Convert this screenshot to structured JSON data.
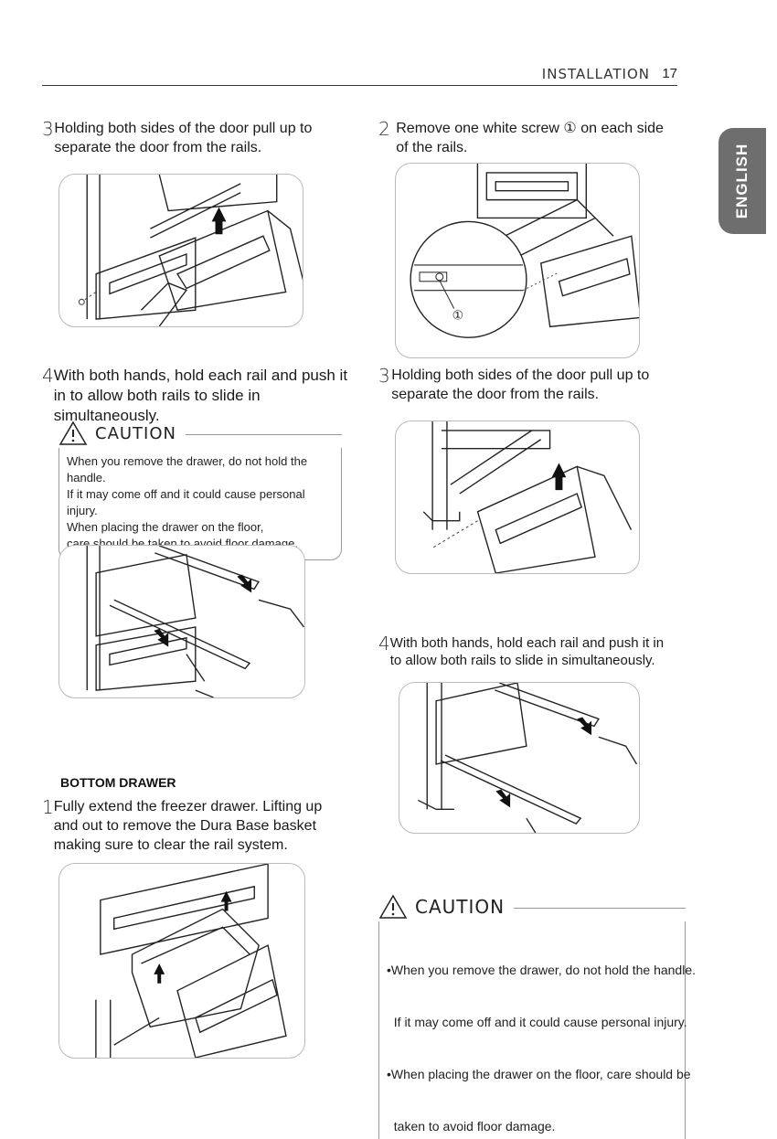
{
  "header": {
    "section": "INSTALLATION",
    "page": "17"
  },
  "lang_tab": "ENGLISH",
  "left": {
    "step3": {
      "num": "3",
      "text": "Holding both sides of the door pull up to separate the door from the rails."
    },
    "step4": {
      "num": "4",
      "text": "With both hands, hold each rail and push it in to allow both rails to slide in simultaneously."
    },
    "caution": {
      "title": "CAUTION",
      "lines": [
        "When you remove the drawer, do not hold the handle.",
        "If it may come off and it could cause personal injury.",
        "When placing the drawer on the floor,",
        "care should be taken to avoid floor damage."
      ]
    },
    "bottom_drawer": {
      "heading": "BOTTOM DRAWER",
      "step1": {
        "num": "1",
        "text": "Fully extend the freezer drawer. Lifting up and out to remove the Dura Base basket making sure to clear the rail system."
      }
    }
  },
  "right": {
    "step2": {
      "num": "2",
      "text": "Remove one white screw ① on each side of the rails.",
      "callout": "①"
    },
    "step3": {
      "num": "3",
      "text": "Holding both sides of the door pull up to separate the door from the rails."
    },
    "step4": {
      "num": "4",
      "text": "With both hands, hold each rail and push it in to allow both rails to slide in simultaneously."
    },
    "caution": {
      "title": "CAUTION",
      "lines": [
        "•When you remove the drawer, do not hold the handle.",
        "  If it may come off and it could cause personal injury.",
        "•When placing the drawer on the floor, care should be",
        "  taken to avoid floor damage."
      ]
    }
  }
}
